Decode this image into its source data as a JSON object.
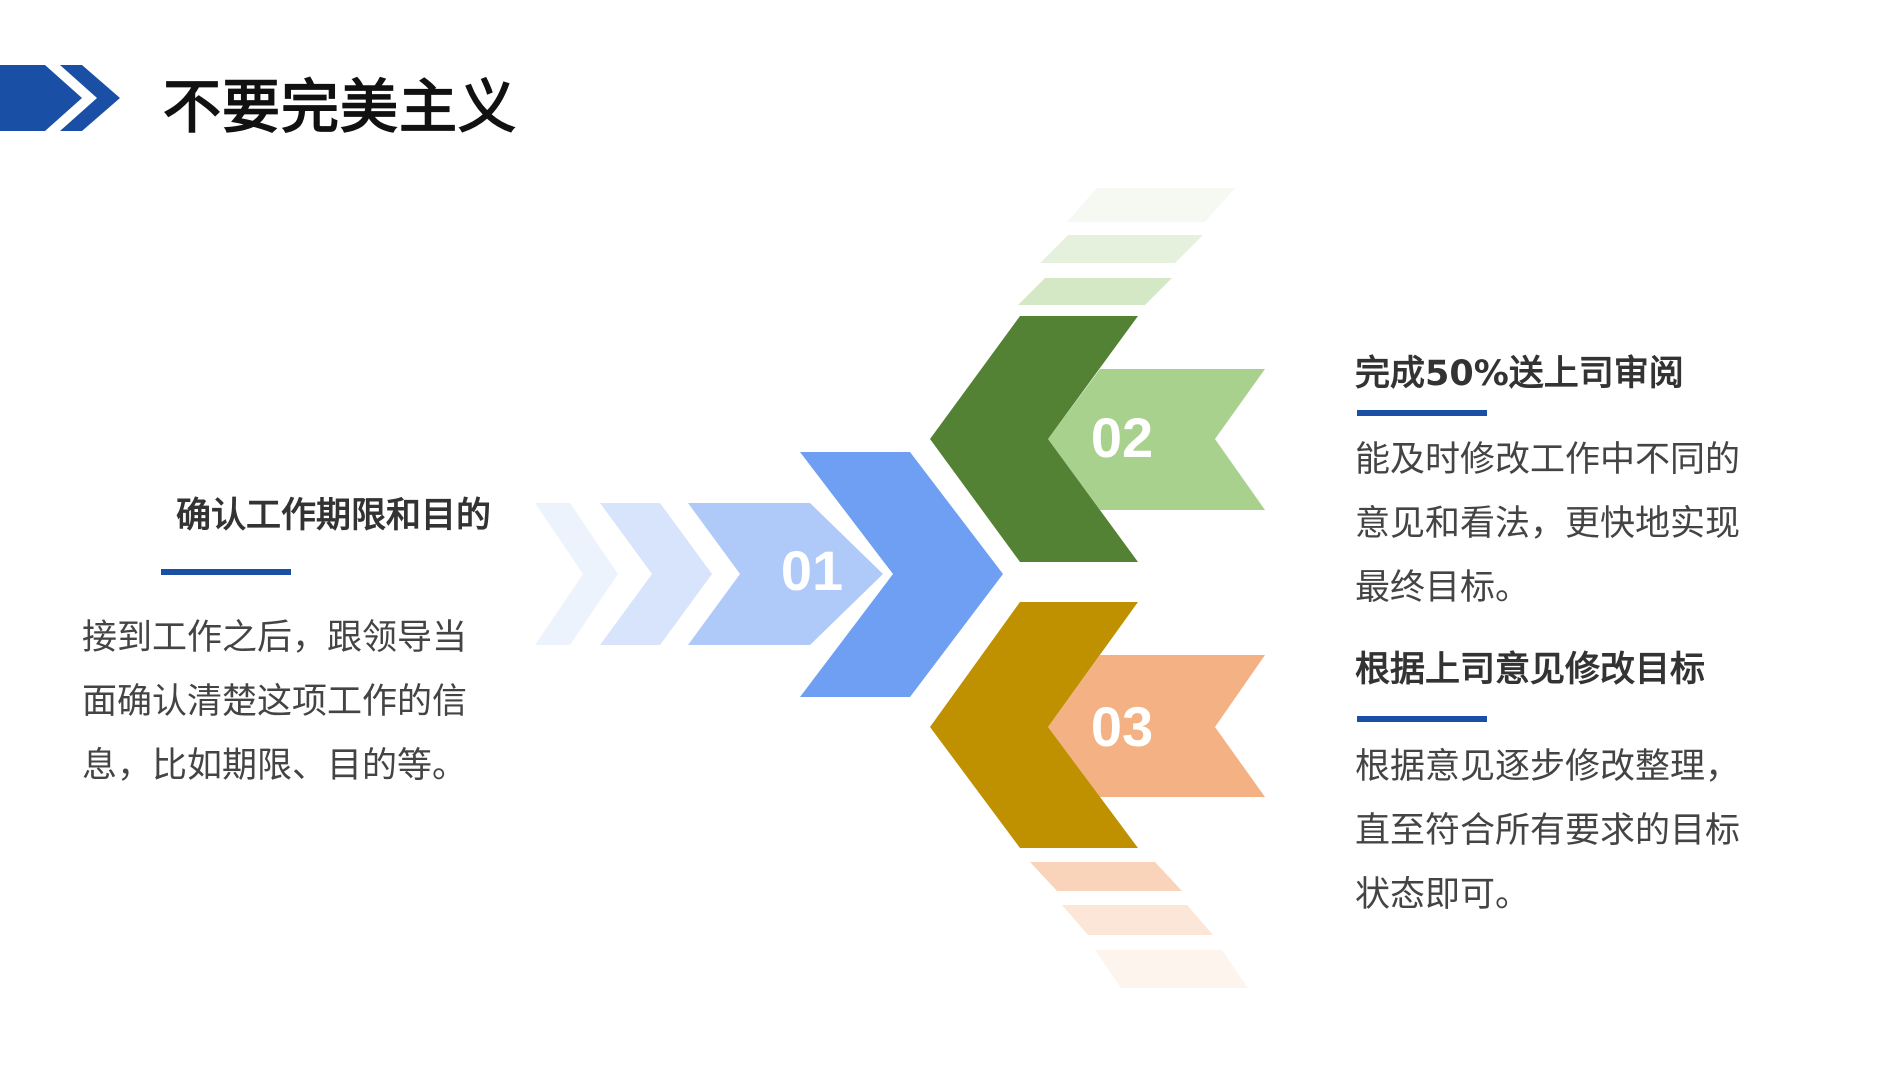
{
  "slide": {
    "title": "不要完美主义",
    "accent_colors": {
      "header_chevron": "#1a4fa6",
      "rule": "#1a4fa6",
      "step1": "#6e9ff2",
      "step2_dark": "#548235",
      "step2_light": "#a9d18e",
      "step3_dark": "#bf9000",
      "step3_light": "#f4b183"
    }
  },
  "steps": [
    {
      "number": "01",
      "heading": "确认工作期限和目的",
      "lines": [
        "接到工作之后，跟领导当",
        "面确认清楚这项工作的信",
        "息，比如期限、目的等。"
      ]
    },
    {
      "number": "02",
      "heading": "完成50%送上司审阅",
      "lines": [
        "能及时修改工作中不同的",
        "意见和看法，更快地实现",
        "最终目标。"
      ]
    },
    {
      "number": "03",
      "heading": "根据上司意见修改目标",
      "lines": [
        "根据意见逐步修改整理，",
        "直至符合所有要求的目标",
        "状态即可。"
      ]
    }
  ]
}
